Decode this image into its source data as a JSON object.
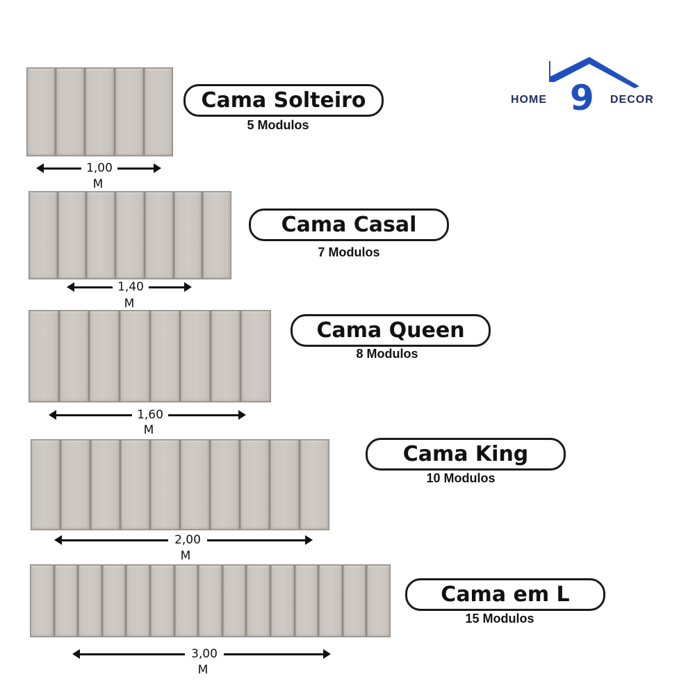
{
  "logo": {
    "home": "HOME",
    "nine": "9",
    "decor": "DECOR",
    "color_primary": "#1f4fbf",
    "color_text": "#1f2a5e"
  },
  "items": [
    {
      "name": "Cama Solteiro",
      "modules_label": "5 Modulos",
      "modules": 5,
      "width_value": "1,00",
      "unit": "M"
    },
    {
      "name": "Cama Casal",
      "modules_label": "7 Modulos",
      "modules": 7,
      "width_value": "1,40",
      "unit": "M"
    },
    {
      "name": "Cama Queen",
      "modules_label": "8 Modulos",
      "modules": 8,
      "width_value": "1,60",
      "unit": "M"
    },
    {
      "name": "Cama King",
      "modules_label": "10 Modulos",
      "modules": 10,
      "width_value": "2,00",
      "unit": "M"
    },
    {
      "name": "Cama em L",
      "modules_label": "15 Modulos",
      "modules": 15,
      "width_value": "3,00",
      "unit": "M"
    }
  ]
}
